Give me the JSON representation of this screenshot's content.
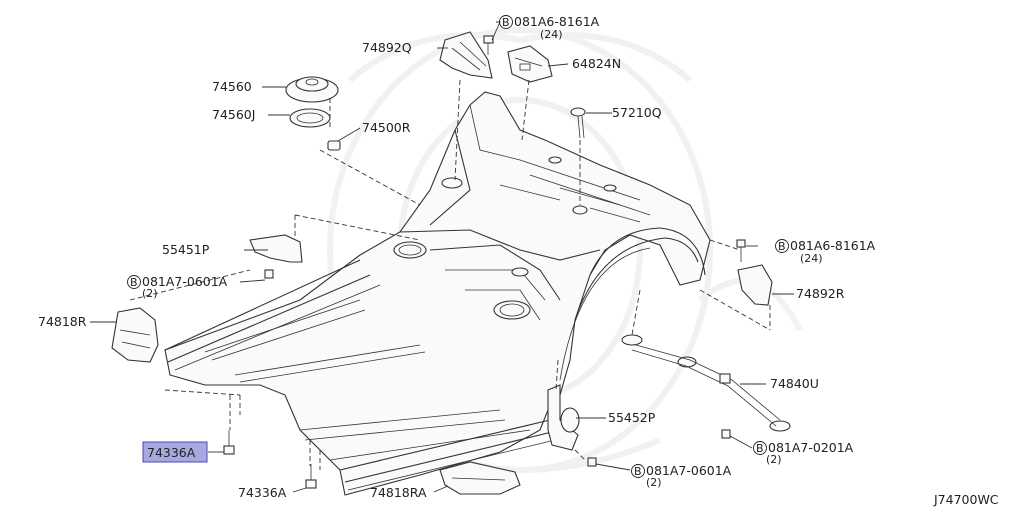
{
  "diagram": {
    "drawing_code": "J74700WC",
    "highlight_color": "#a8a8e0",
    "callouts": [
      {
        "key": "c_74892q",
        "text": "74892Q"
      },
      {
        "key": "c_081a6_8161a_top",
        "text": "081A6-8161A",
        "qty": "(24)",
        "prefix": "B"
      },
      {
        "key": "c_64824n",
        "text": "64824N"
      },
      {
        "key": "c_74560",
        "text": "74560"
      },
      {
        "key": "c_74560j",
        "text": "74560J"
      },
      {
        "key": "c_74500r",
        "text": "74500R"
      },
      {
        "key": "c_57210q",
        "text": "57210Q"
      },
      {
        "key": "c_55451p",
        "text": "55451P"
      },
      {
        "key": "c_081a7_0601a_left",
        "text": "081A7-0601A",
        "qty": "(2)",
        "prefix": "B"
      },
      {
        "key": "c_74818r",
        "text": "74818R"
      },
      {
        "key": "c_081a6_8161a_right",
        "text": "081A6-8161A",
        "qty": "(24)",
        "prefix": "B"
      },
      {
        "key": "c_74892r",
        "text": "74892R"
      },
      {
        "key": "c_74840u",
        "text": "74840U"
      },
      {
        "key": "c_55452p",
        "text": "55452P"
      },
      {
        "key": "c_74336a_hl",
        "text": "74336A"
      },
      {
        "key": "c_081a7_0201a",
        "text": "081A7-0201A",
        "qty": "(2)",
        "prefix": "B"
      },
      {
        "key": "c_081a7_0601a_bottom",
        "text": "081A7-0601A",
        "qty": "(2)",
        "prefix": "B"
      },
      {
        "key": "c_74336a_bottom",
        "text": "74336A"
      },
      {
        "key": "c_74818ra",
        "text": "74818RA"
      }
    ]
  }
}
